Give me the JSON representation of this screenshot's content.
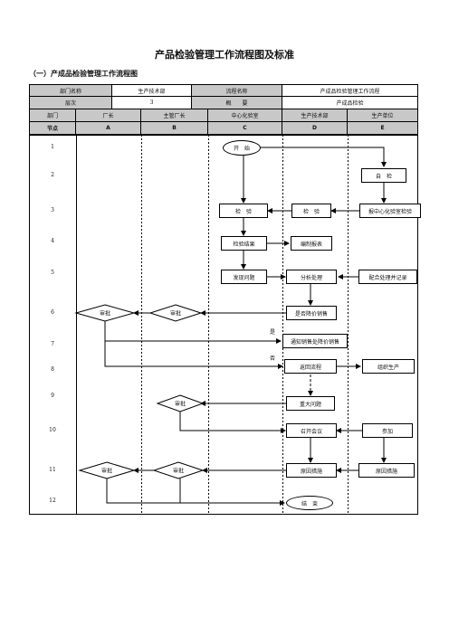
{
  "title": "产品检验管理工作流程图及标准",
  "subtitle": "（一）产成品检验管理工作流程图",
  "info": {
    "dept_label": "部门名称",
    "dept_value": "生产技术部",
    "flow_label": "流程名称",
    "flow_value": "产成品检验管理工作流程",
    "level_label": "层次",
    "level_value": "3",
    "summary_label": "概　　要",
    "summary_value": "产成品检验"
  },
  "columns": {
    "dept_header": "部门",
    "node_header": "节点",
    "names": [
      "厂长",
      "主管厂长",
      "中心化验室",
      "生产技术部",
      "生产单位"
    ],
    "letters": [
      "A",
      "B",
      "C",
      "D",
      "E"
    ]
  },
  "nodes": [
    "1",
    "2",
    "3",
    "4",
    "5",
    "6",
    "7",
    "8",
    "9",
    "10",
    "11",
    "12"
  ],
  "steps": {
    "start": "开　始",
    "self_check": "自　检",
    "report_check": "报中心化验室检验",
    "inspect_c": "检　验",
    "inspect_d": "检　验",
    "result": "检验结果",
    "report": "编制报表",
    "problem": "发现问题",
    "analyze": "分析处理",
    "cooperate": "配合处理并记录",
    "approve_a6": "审批",
    "approve_b6": "审批",
    "downgrade": "是否降价销售",
    "notify_sales": "通知销售处降价销售",
    "rework": "返回流程",
    "organize": "组织生产",
    "major": "重大问题",
    "approve_b9": "审批",
    "meeting": "召开会议",
    "attend": "参加",
    "approve_a11": "审批",
    "approve_b11": "审批",
    "cause_d": "原因措施",
    "cause_e": "原因措施",
    "end": "结　束"
  },
  "notes": {
    "yes": "是",
    "no": "否"
  }
}
